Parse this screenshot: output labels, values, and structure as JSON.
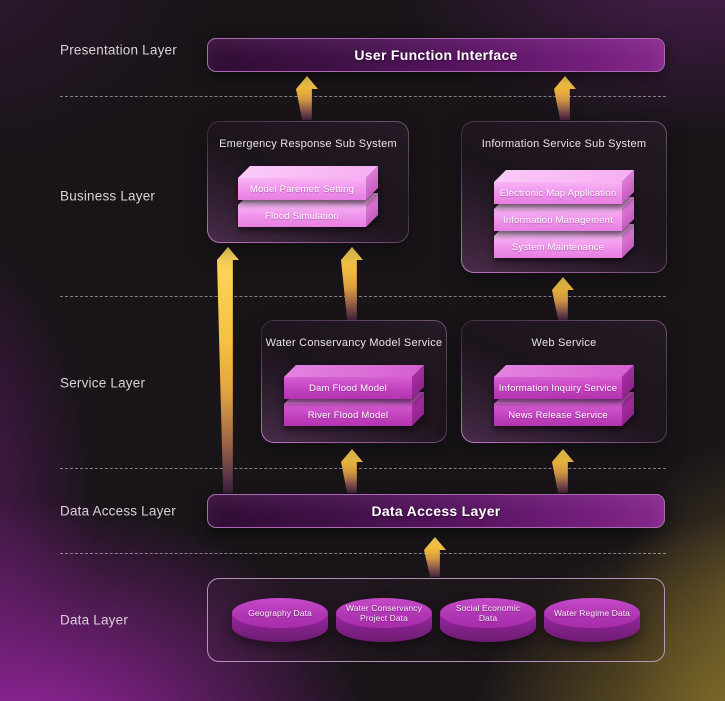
{
  "page": {
    "layer_labels": [
      {
        "label": "Presentation Layer"
      },
      {
        "label": "Business Layer"
      },
      {
        "label": "Service Layer"
      },
      {
        "label": "Data Access Layer"
      },
      {
        "label": "Data Layer"
      }
    ],
    "presentation": {
      "banner": "User Function Interface"
    },
    "business": {
      "emergency": {
        "title": "Emergency Response Sub System",
        "items": [
          "Model Paremetr Setting",
          "Flood Simulation"
        ]
      },
      "information": {
        "title": "Information Service Sub System",
        "items": [
          "Electronic Map Application",
          "Information Management",
          "System Maintenance"
        ]
      }
    },
    "service": {
      "model": {
        "title": "Water Conservancy Model Service",
        "items": [
          "Dam Flood Model",
          "River Flood Model"
        ]
      },
      "web": {
        "title": "Web Service",
        "items": [
          "Information Inquiry Service",
          "News Release Service"
        ]
      }
    },
    "data_access": {
      "banner": "Data Access Layer"
    },
    "data_layer": {
      "databases": [
        "Geography Data",
        "Water Conservancy Project Data",
        "Social Economic Data",
        "Water Regime Data"
      ]
    },
    "icons": {
      "up_arrow": "up-arrow",
      "database_cylinder": "database",
      "module_slab": "3d-slab"
    },
    "colors": {
      "background": "#171317",
      "arrow_gold": "#f2b63c",
      "slab_pink": "#ee8ae9",
      "slab_magenta": "#bc37b8",
      "banner_purple": "#5a1260",
      "cylinder_magenta": "#a72baa",
      "glow_purple": "#a826b2",
      "glow_gold": "#9e842c"
    }
  }
}
